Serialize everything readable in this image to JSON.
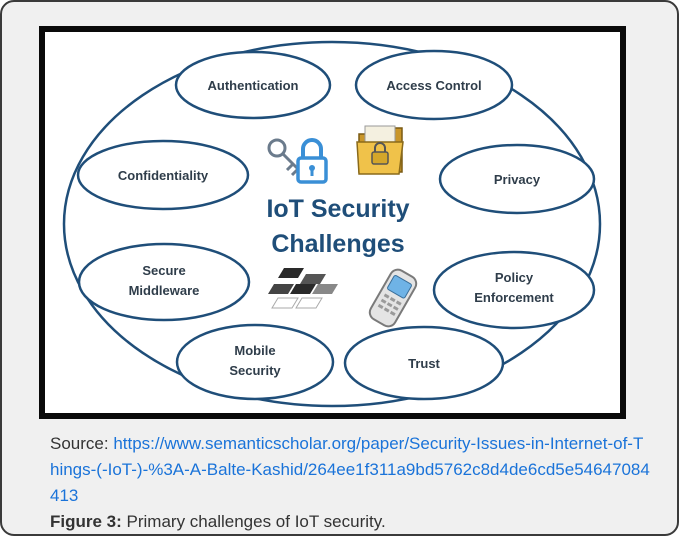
{
  "diagram": {
    "center_title_line1": "IoT Security",
    "center_title_line2": "Challenges",
    "nodes": {
      "authentication": "Authentication",
      "access_control": "Access Control",
      "confidentiality": "Confidentiality",
      "privacy": "Privacy",
      "secure_middleware_line1": "Secure",
      "secure_middleware_line2": "Middleware",
      "policy_enforcement_line1": "Policy",
      "policy_enforcement_line2": "Enforcement",
      "mobile_security_line1": "Mobile",
      "mobile_security_line2": "Security",
      "trust": "Trust"
    },
    "icons": [
      "key-lock-icon",
      "locked-folder-icon",
      "puzzle-blocks-icon",
      "mobile-phone-icon"
    ],
    "colors": {
      "ellipse_stroke": "#1f4e79",
      "ellipse_fill": "#ffffff",
      "title": "#1f4e79"
    }
  },
  "caption": {
    "source_label": "Source: ",
    "source_url": "https://www.semanticscholar.org/paper/Security-Issues-in-Internet-of-Things-(-IoT-)-%3A-A-Balte-Kashid/264ee1f311a9bd5762c8d4de6cd5e54647084413",
    "figure_label": "Figure 3:",
    "figure_text": " Primary challenges of IoT security."
  }
}
